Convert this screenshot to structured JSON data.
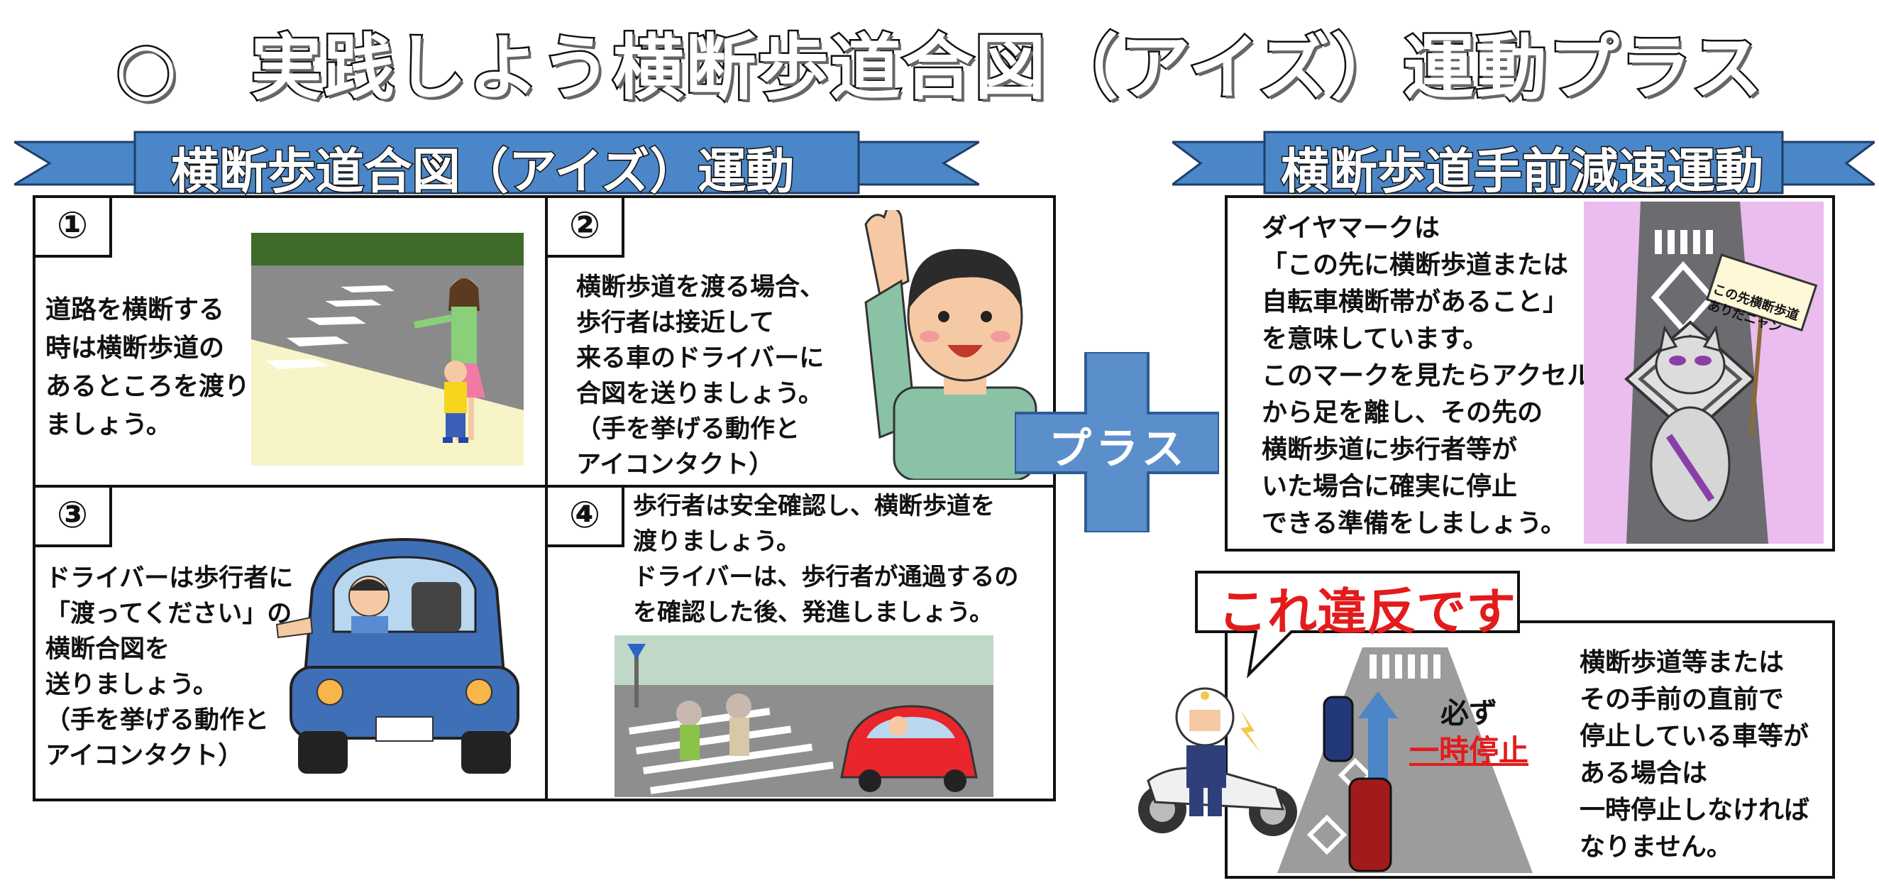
{
  "title": "○　実践しよう横断歩道合図（アイズ）運動プラス",
  "left_banner": "横断歩道合図（アイズ）運動",
  "right_banner": "横断歩道手前減速運動",
  "plus_label": "プラス",
  "panels": [
    {
      "number": "①",
      "text": "道路を横断する\n時は横断歩道の\nあるところを渡り\nましょう。"
    },
    {
      "number": "②",
      "text": "横断歩道を渡る場合、\n歩行者は接近して\n来る車のドライバーに\n合図を送りましょう。\n（手を挙げる動作と\nアイコンタクト）"
    },
    {
      "number": "③",
      "text": "ドライバーは歩行者に\n「渡ってください」の\n横断合図を\n送りましょう。\n（手を挙げる動作と\nアイコンタクト）"
    },
    {
      "number": "④",
      "text": "歩行者は安全確認し、横断歩道を\n渡りましょう。\nドライバーは、歩行者が通過するの\nを確認した後、発進しましょう。"
    }
  ],
  "diamond_text": "ダイヤマークは\n「この先に横断歩道または\n自転車横断帯があること」\nを意味しています。\nこのマークを見たらアクセル\nから足を離し、その先の\n横断歩道に歩行者等が\nいた場合に確実に停止\nできる準備をしましょう。",
  "sign_text": "この先横断歩道\nありだニャン",
  "violation_label": "これ違反です",
  "violation_text": "横断歩道等または\nその手前の直前で\n停止している車等が\nある場合は\n一時停止しなければ\nなりません。",
  "road_label_1": "必ず",
  "road_label_2": "一時停止",
  "colors": {
    "banner_blue": "#4a86c8",
    "red": "#e31b1b",
    "plus_blue": "#5b8fcc"
  }
}
